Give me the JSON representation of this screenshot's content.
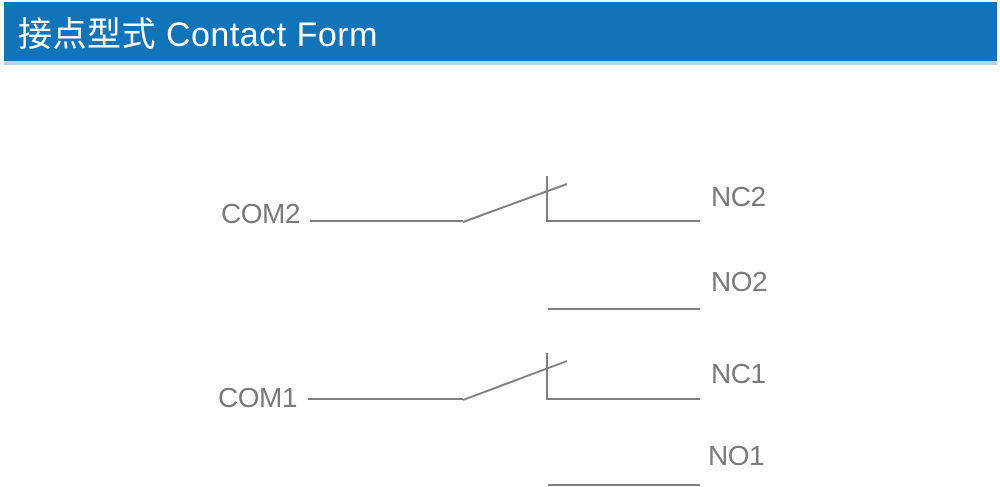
{
  "header": {
    "title": "接点型式 Contact Form"
  },
  "diagram": {
    "poles": [
      {
        "com_label": "COM2",
        "nc_label": "NC2",
        "no_label": "NO2"
      },
      {
        "com_label": "COM1",
        "nc_label": "NC1",
        "no_label": "NO1"
      }
    ]
  },
  "colors": {
    "header_background": "#1173b8",
    "header_underline": "#b5d2ea",
    "header_text": "#ffffff",
    "diagram_line": "#7f7f7f",
    "diagram_text": "#7a7a7a",
    "page_background": "#ffffff"
  }
}
